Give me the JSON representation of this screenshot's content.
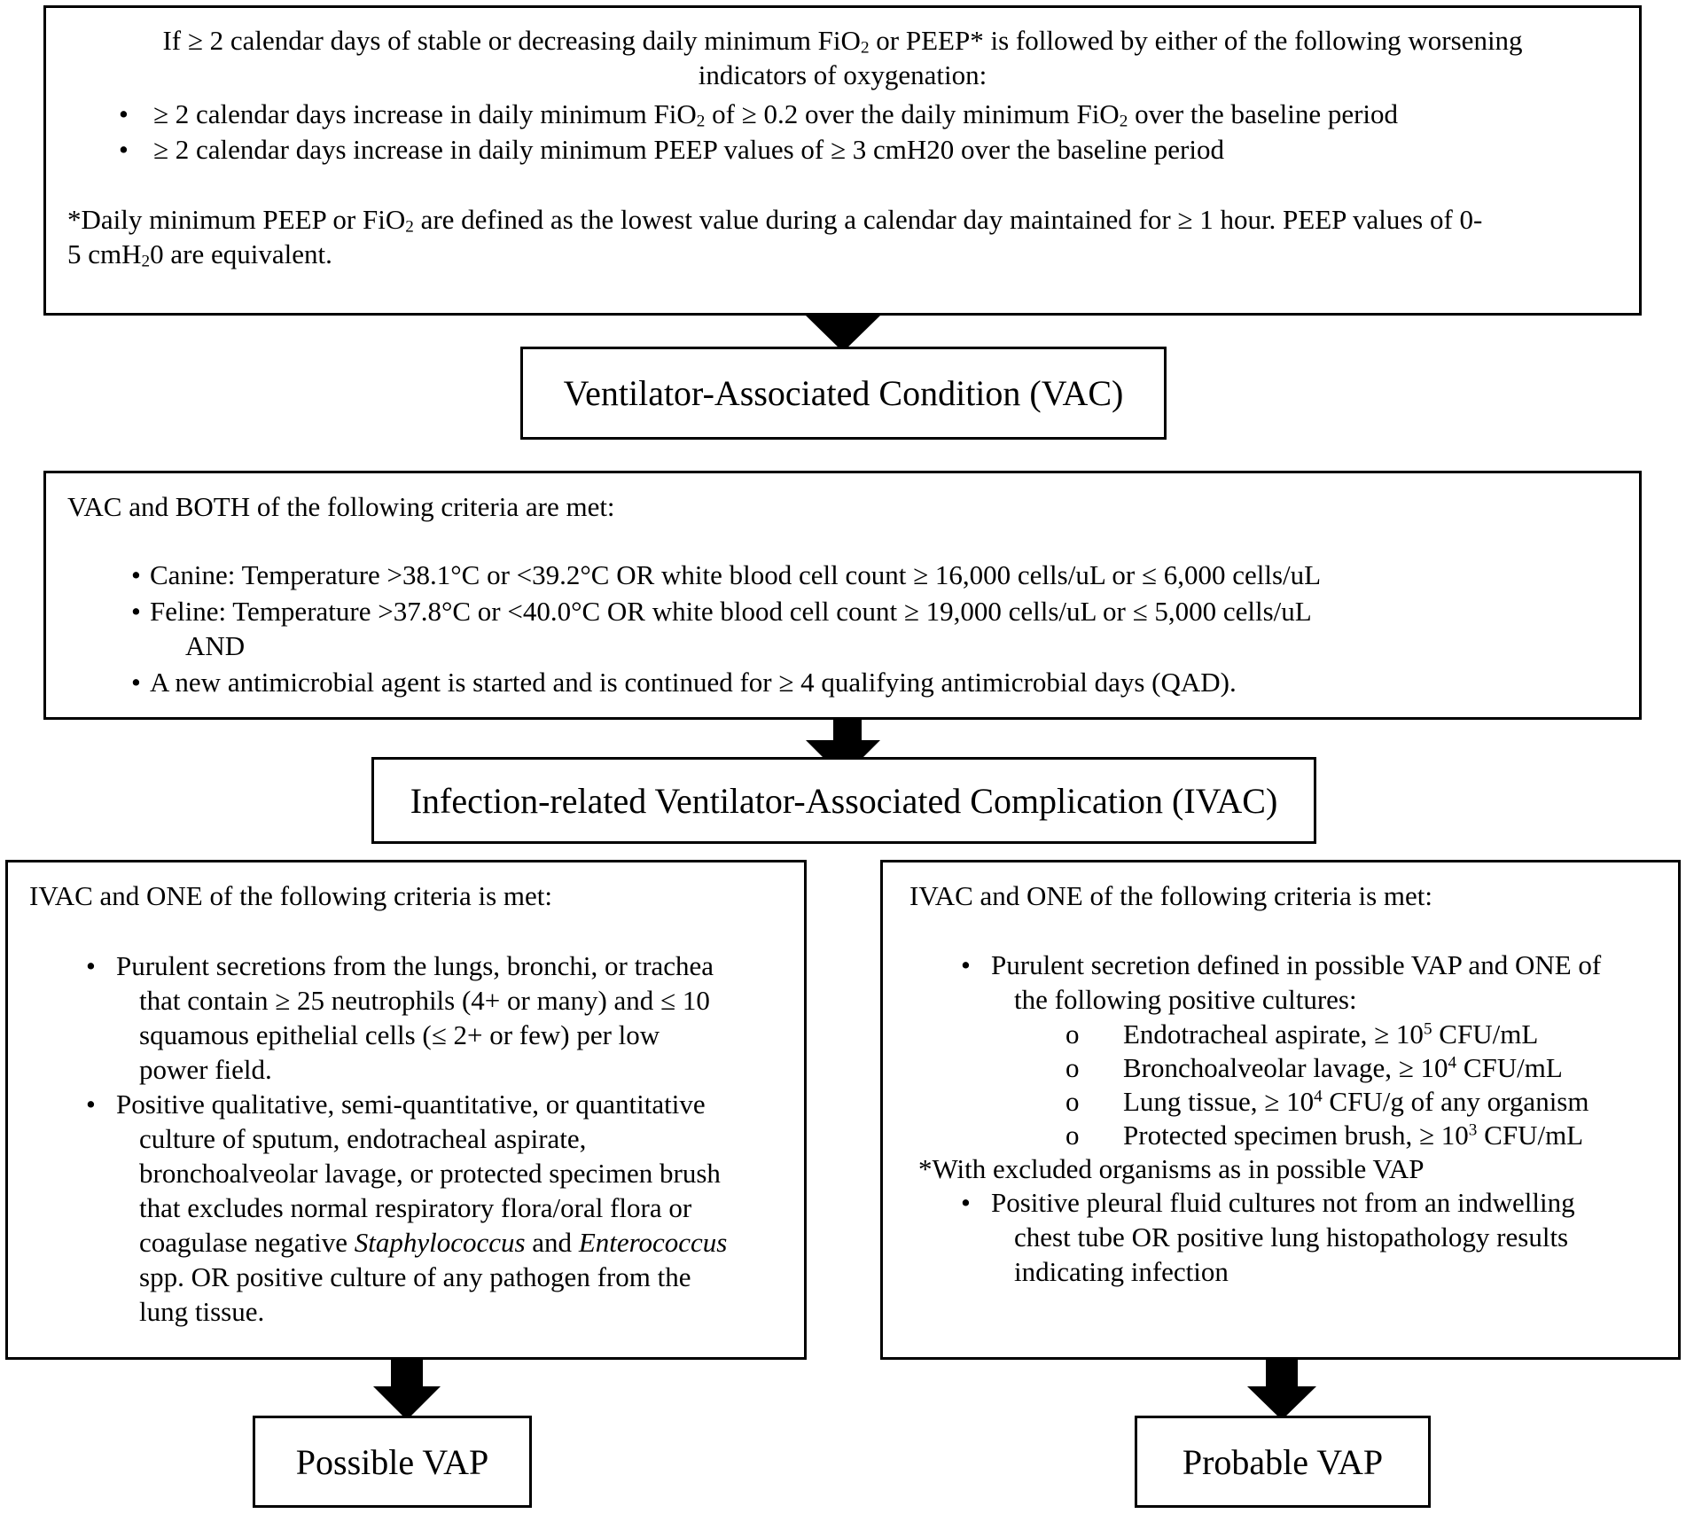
{
  "top_box": {
    "line1": "If ≥ 2 calendar days of stable or decreasing daily minimum FiO",
    "line1_sub": "2",
    "line1_end": " or PEEP* is followed by either of the following worsening",
    "line2": "indicators of oxygenation:",
    "bullet1": "≥ 2 calendar days increase in daily minimum FiO",
    "bullet1_sub1": "2",
    "bullet1_mid": " of ≥ 0.2 over the daily minimum FiO",
    "bullet1_sub2": "2",
    "bullet1_end": " over the baseline period",
    "bullet2": "≥ 2 calendar days increase in daily minimum PEEP values of ≥ 3 cmH20 over the baseline period",
    "note1_a": "*Daily minimum PEEP or FiO",
    "note1_sub": "2",
    "note1_b": " are defined as the lowest value during a calendar day maintained for ≥ 1 hour. PEEP values of 0-",
    "note2_a": "5 cmH",
    "note2_sub": "2",
    "note2_b": "0 are equivalent."
  },
  "vac_box": {
    "title": "Ventilator-Associated Condition (VAC)"
  },
  "criteria_box": {
    "intro": "VAC and BOTH of the following criteria are met:",
    "canine": "Canine: Temperature >38.1°C or <39.2°C OR white blood cell count ≥ 16,000 cells/uL or ≤ 6,000 cells/uL",
    "feline": "Feline: Temperature >37.8°C or <40.0°C OR white blood cell count ≥ 19,000 cells/uL or ≤ 5,000 cells/uL",
    "and": "AND",
    "antimicrobial": "A new antimicrobial agent is started and is continued for ≥ 4 qualifying antimicrobial days (QAD)."
  },
  "ivac_box": {
    "title": "Infection-related Ventilator-Associated Complication (IVAC)"
  },
  "left_box": {
    "intro": "IVAC and ONE of the following criteria is met:",
    "b1_l1": "Purulent secretions from the lungs, bronchi, or trachea",
    "b1_l2": "that contain ≥ 25 neutrophils (4+ or many) and ≤ 10",
    "b1_l3": "squamous epithelial cells (≤ 2+ or few) per low",
    "b1_l4": "power field.",
    "b2_l1": "Positive qualitative, semi-quantitative, or quantitative",
    "b2_l2": "culture of sputum, endotracheal aspirate,",
    "b2_l3": "bronchoalveolar lavage, or protected specimen brush",
    "b2_l4": "that excludes normal respiratory flora/oral flora or",
    "b2_l5_a": "coagulase negative ",
    "b2_l5_i1": "Staphylococcus",
    "b2_l5_b": " and ",
    "b2_l5_i2": "Enterococcus",
    "b2_l6": "spp. OR positive culture of any pathogen from the",
    "b2_l7": "lung tissue."
  },
  "right_box": {
    "intro": "IVAC and ONE of the following criteria is met:",
    "b1_l1": "Purulent secretion defined in possible VAP and ONE of",
    "b1_l2": "the following positive cultures:",
    "sub1_a": "Endotracheal aspirate, ≥ 10",
    "sub1_sup": "5",
    "sub1_b": " CFU/mL",
    "sub2_a": "Bronchoalveolar lavage, ≥ 10",
    "sub2_sup": "4",
    "sub2_b": " CFU/mL",
    "sub3_a": "Lung tissue, ≥ 10",
    "sub3_sup": "4",
    "sub3_b": " CFU/g of any organism",
    "sub4_a": "Protected specimen brush, ≥ 10",
    "sub4_sup": "3",
    "sub4_b": " CFU/mL",
    "note": "*With excluded organisms as in possible VAP",
    "b2_l1": "Positive pleural fluid cultures not from an indwelling",
    "b2_l2": "chest tube OR positive lung histopathology results",
    "b2_l3": "indicating infection"
  },
  "possible_box": {
    "title": "Possible VAP"
  },
  "probable_box": {
    "title": "Probable VAP"
  },
  "glyphs": {
    "bullet": "•",
    "circle": "o"
  }
}
